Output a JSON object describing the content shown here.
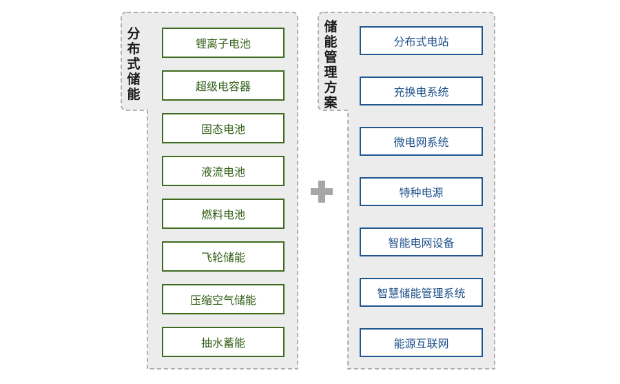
{
  "left_panel": {
    "title": "分布式储能",
    "items": [
      "锂离子电池",
      "超级电容器",
      "固态电池",
      "液流电池",
      "燃料电池",
      "飞轮储能",
      "压缩空气储能",
      "抽水蓄能"
    ]
  },
  "right_panel": {
    "title": "储能管理方案",
    "items": [
      "分布式电站",
      "充换电系统",
      "微电网系统",
      "特种电源",
      "智能电网设备",
      "智慧储能管理系统",
      "能源互联网"
    ]
  },
  "colors": {
    "left_accent": "#3d6b1f",
    "right_accent": "#1f5690",
    "panel_bg": "#ececec",
    "plus": "#a6a6a6"
  }
}
